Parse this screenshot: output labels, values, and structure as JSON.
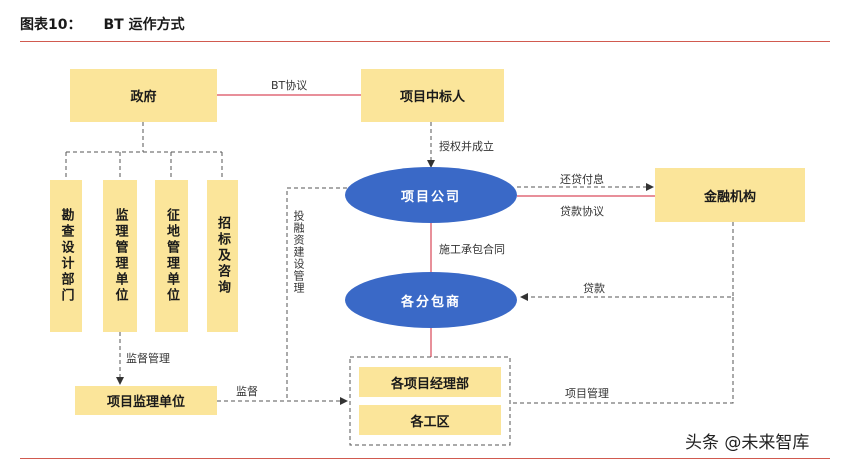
{
  "header": {
    "figure_number": "图表10：",
    "title": "BT 运作方式"
  },
  "nodes": {
    "government": "政府",
    "winning_bidder": "项目中标人",
    "project_company": "项目公司",
    "financial_institution": "金融机构",
    "subcontractors": "各分包商",
    "survey_design_dept": "勘查设计部门",
    "supervision_unit_vertical": "监理管理单位",
    "land_management_unit": "征地管理单位",
    "bidding_consulting": "招标及咨询",
    "project_supervision_unit": "项目监理单位",
    "project_manager_dept": "各项目经理部",
    "work_areas": "各工区"
  },
  "edges": {
    "bt_agreement": "BT协议",
    "authorize_establish": "授权并成立",
    "repay_interest": "还贷付息",
    "loan_agreement": "贷款协议",
    "construction_contract": "施工承包合同",
    "loan": "贷款",
    "investment_management": "投融资建设管理",
    "supervision_management": "监督管理",
    "supervision": "监督",
    "project_management": "项目管理"
  },
  "colors": {
    "box_fill": "#fbe59a",
    "ellipse_fill": "#3a69c7",
    "solid_line": "#e06a78",
    "dashed_line": "#555555",
    "rule": "#d15a4f"
  },
  "watermark": "头条 @未来智库"
}
